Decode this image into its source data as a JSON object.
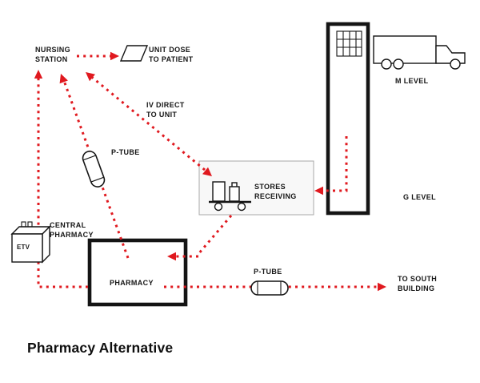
{
  "title": "Pharmacy Alternative",
  "colors": {
    "arrow": "#e0191f",
    "ink": "#141414"
  },
  "nodes": {
    "nursing_station": "NURSING\nSTATION",
    "unit_dose": "UNIT DOSE\nTO PATIENT",
    "iv_direct": "IV DIRECT\nTO UNIT",
    "p_tube_upper": "P-TUBE",
    "stores_receiving": "STORES\nRECEIVING",
    "m_level": "M LEVEL",
    "g_level": "G LEVEL",
    "central_pharmacy": "CENTRAL\nPHARMACY",
    "etv": "ETV",
    "pharmacy": "PHARMACY",
    "p_tube_lower": "P-TUBE",
    "to_south_building": "TO SOUTH\nBUILDING"
  }
}
